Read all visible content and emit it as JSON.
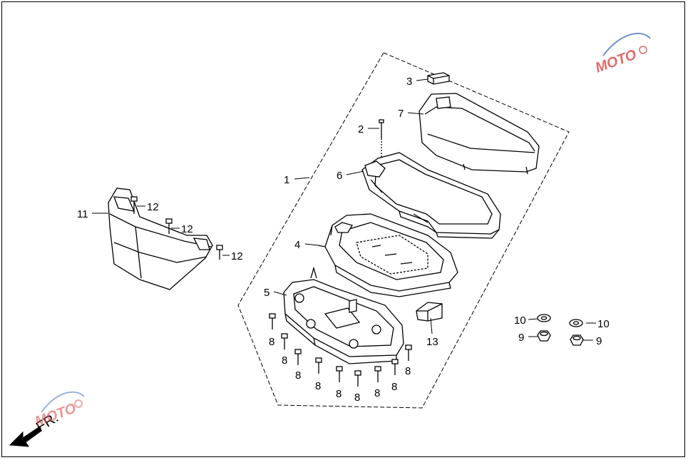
{
  "diagram": {
    "callouts": [
      {
        "id": "c1",
        "label": "1"
      },
      {
        "id": "c2",
        "label": "2"
      },
      {
        "id": "c3",
        "label": "3"
      },
      {
        "id": "c4",
        "label": "4"
      },
      {
        "id": "c5",
        "label": "5"
      },
      {
        "id": "c6",
        "label": "6"
      },
      {
        "id": "c7",
        "label": "7"
      },
      {
        "id": "c8a",
        "label": "8"
      },
      {
        "id": "c8b",
        "label": "8"
      },
      {
        "id": "c8c",
        "label": "8"
      },
      {
        "id": "c8d",
        "label": "8"
      },
      {
        "id": "c8e",
        "label": "8"
      },
      {
        "id": "c8f",
        "label": "8"
      },
      {
        "id": "c8g",
        "label": "8"
      },
      {
        "id": "c8h",
        "label": "8"
      },
      {
        "id": "c8i",
        "label": "8"
      },
      {
        "id": "c9a",
        "label": "9"
      },
      {
        "id": "c9b",
        "label": "9"
      },
      {
        "id": "c10a",
        "label": "10"
      },
      {
        "id": "c10b",
        "label": "10"
      },
      {
        "id": "c11",
        "label": "11"
      },
      {
        "id": "c12a",
        "label": "12"
      },
      {
        "id": "c12b",
        "label": "12"
      },
      {
        "id": "c12c",
        "label": "12"
      },
      {
        "id": "c13",
        "label": "13"
      }
    ],
    "front_arrow_label": "FR.",
    "watermark_text": "MOTO",
    "colors": {
      "line": "#000000",
      "watermark_red": "#d9534f",
      "watermark_blue": "#5b7fc9"
    }
  }
}
